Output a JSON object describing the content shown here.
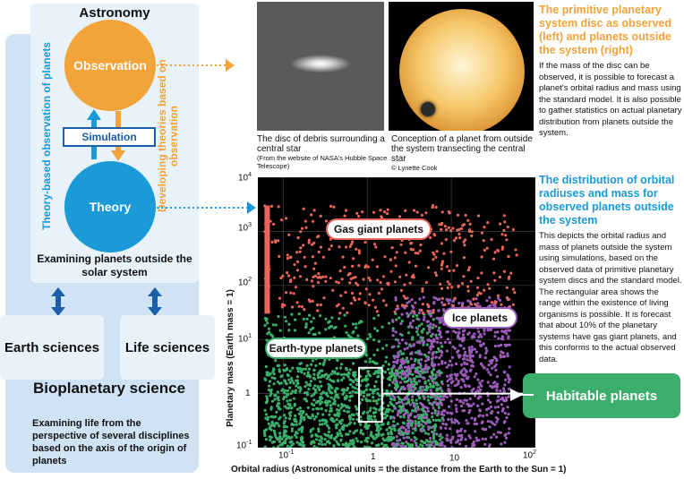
{
  "left": {
    "astronomy_title": "Astronomy",
    "observation": "Observation",
    "theory": "Theory",
    "simulation": "Simulation",
    "vertical_left": "Theory-based observation of planets",
    "vertical_right": "Developing theories based on observation",
    "examining": "Examining planets outside the solar system",
    "earth_sciences": "Earth sciences",
    "life_sciences": "Life sciences",
    "bio_title": "Bioplanetary science",
    "bio_desc": "Examining life from the perspective of several disciplines based on the axis of the origin of planets"
  },
  "photos": {
    "caption1": "The disc of debris surrounding a central star",
    "caption1_small": "(From the website of NASA's Hubble Space Telescope)",
    "caption2": "Conception of a planet from outside the system transecting the central star",
    "caption2_credit": "© Lynette Cook"
  },
  "right": {
    "heading1": "The primitive planetary system disc as observed (left) and planets outside the system (right)",
    "body1": "If the mass of the disc can be observed, it is possible to forecast a planet's orbital radius and mass using the standard model. It is also possible to gather statistics on actual planetary distribution from planets outside the system.",
    "heading2": "The distribution of orbital radiuses and mass for observed planets outside the system",
    "body2": "This depicts the orbital radius and mass of planets outside the system using simulations, based on the observed data of primitive planetary system discs and the standard model. The rectangular area shows the range within the existence of living organisms is possible. It is forecast that about 10% of the planetary systems have gas giant planets, and this conforms to the actual observed data."
  },
  "chart_data": {
    "type": "scatter",
    "xlabel": "Orbital radius (Astronomical units = the distance from the Earth to the Sun = 1)",
    "ylabel": "Planetary mass (Earth mass = 1)",
    "xscale": "log",
    "yscale": "log",
    "xlim": [
      0.05,
      100
    ],
    "ylim": [
      0.1,
      10000
    ],
    "x_ticks": [
      "10",
      "1",
      "10",
      "10"
    ],
    "x_tick_exponents": [
      "-1",
      "",
      "",
      "2"
    ],
    "y_ticks": [
      "10",
      "10",
      "10",
      "10",
      "1",
      "10"
    ],
    "y_tick_exponents": [
      "4",
      "3",
      "2",
      "1",
      "",
      "-1"
    ],
    "x_tick_values": [
      0.1,
      1,
      10,
      100
    ],
    "y_tick_values": [
      10000,
      1000,
      100,
      10,
      1,
      0.1
    ],
    "series": [
      {
        "name": "Gas giant planets",
        "color": "#e8655a",
        "x_range": [
          0.06,
          60
        ],
        "y_range": [
          30,
          3000
        ]
      },
      {
        "name": "Ice planets",
        "color": "#9a5cb8",
        "x_range": [
          2,
          50
        ],
        "y_range": [
          0.1,
          60
        ]
      },
      {
        "name": "Earth-type planets",
        "color": "#3aae6a",
        "x_range": [
          0.06,
          8
        ],
        "y_range": [
          0.1,
          30
        ]
      }
    ],
    "habitable_zone": {
      "x": [
        0.8,
        1.5
      ],
      "y": [
        0.3,
        3
      ]
    },
    "habitable_label": "Habitable planets"
  }
}
